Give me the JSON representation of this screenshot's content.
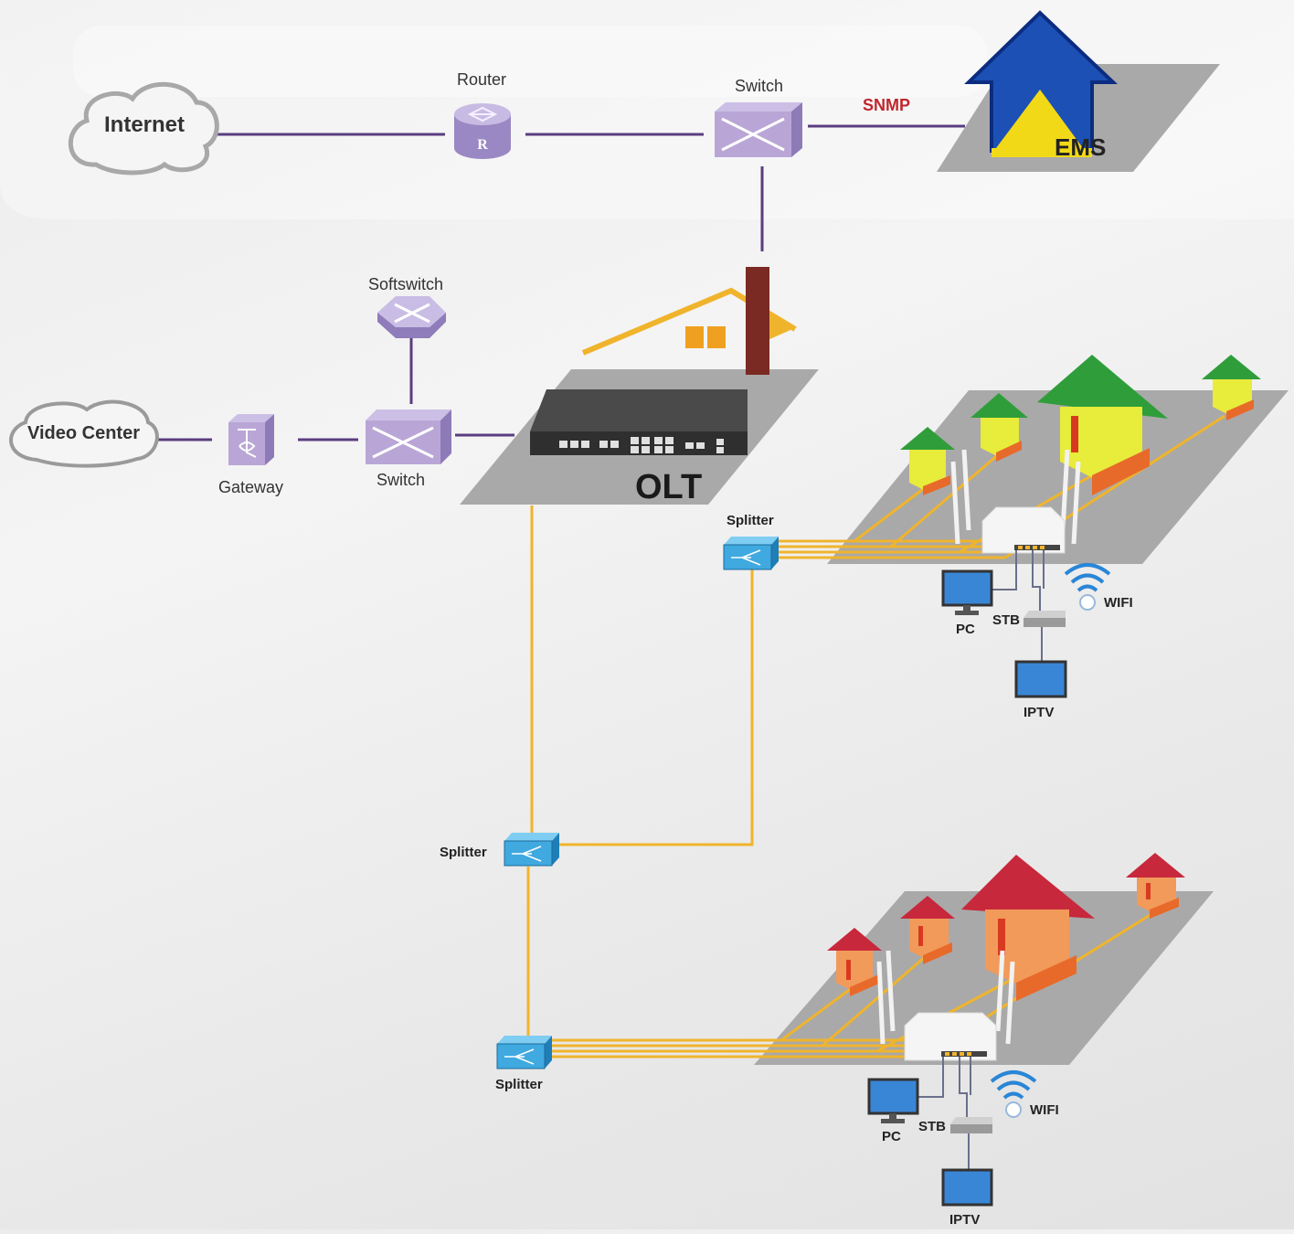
{
  "labels": {
    "internet": "Internet",
    "router": "Router",
    "switch_top": "Switch",
    "snmp": "SNMP",
    "ems": "EMS",
    "softswitch": "Softswitch",
    "video_center": "Video Center",
    "gateway": "Gateway",
    "switch_mid": "Switch",
    "olt": "OLT",
    "splitter_upper": "Splitter",
    "splitter_middle": "Splitter",
    "splitter_lower": "Splitter",
    "pc_upper": "PC",
    "stb_upper": "STB",
    "wifi_upper": "WIFI",
    "iptv_upper": "IPTV",
    "pc_lower": "PC",
    "stb_lower": "STB",
    "wifi_lower": "WIFI",
    "iptv_lower": "IPTV"
  },
  "router_glyph": "R",
  "colors": {
    "network_line": "#5a3d80",
    "fiber_line": "#f0b42c",
    "device_purple": "#b9a6d6",
    "splitter_blue": "#3fa9e0",
    "snmp_text": "#c0262d",
    "ems_blue": "#1c50b4",
    "ems_yellow": "#f2d918",
    "green_houses": "#e8ec3a",
    "green_roof": "#2f9e3a",
    "orange_houses": "#f29a5a",
    "red_roof": "#c8283c",
    "platform_gray": "#a9a9a9"
  },
  "icons": {
    "cloud": "cloud-icon",
    "router": "router-icon",
    "switch": "switch-icon",
    "softswitch": "softswitch-icon",
    "gateway": "gateway-icon",
    "olt": "olt-device-icon",
    "splitter": "splitter-icon",
    "ems": "ems-house-icon",
    "pc": "monitor-icon",
    "stb": "set-top-box-icon",
    "tv": "tv-icon",
    "wifi": "wifi-icon",
    "onu": "wifi-router-icon",
    "house": "house-icon"
  }
}
